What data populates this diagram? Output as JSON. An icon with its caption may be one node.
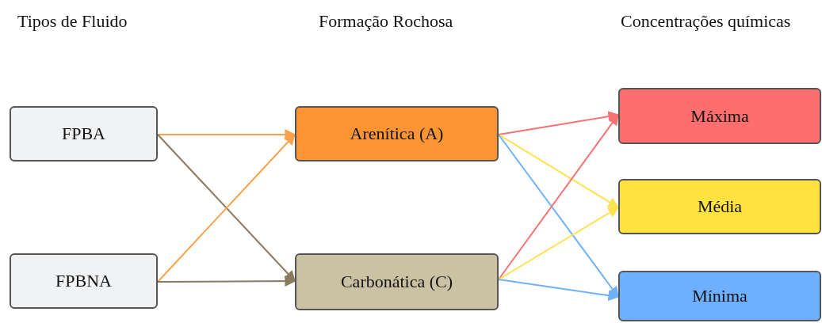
{
  "diagram": {
    "nodes": [
      {
        "text": [
          "FPBA"
        ]
      },
      {
        "text": [
          "FPBNA"
        ]
      },
      {
        "text": [
          "Arenítica (A)"
        ]
      },
      {
        "text": [
          "Carbonática (C)"
        ]
      },
      {
        "text": [
          "Máxima"
        ]
      },
      {
        "text": [
          "Média"
        ]
      },
      {
        "text": [
          "Mínima"
        ]
      }
    ],
    "edges": [
      {
        "from": 0,
        "to": 2,
        "arrow": "to",
        "color": "#f9a24c"
      },
      {
        "from": 0,
        "to": 3,
        "arrow": "to",
        "color": "#8a7a5e"
      },
      {
        "from": 1,
        "to": 2,
        "arrow": "to",
        "color": "#f9a24c"
      },
      {
        "from": 1,
        "to": 3,
        "arrow": "to",
        "color": "#8a7a5e"
      },
      {
        "from": 2,
        "to": 4,
        "arrow": "to",
        "color": "#f77373"
      },
      {
        "from": 2,
        "to": 5,
        "arrow": "to",
        "color": "#ffe14f"
      },
      {
        "from": 2,
        "to": 6,
        "arrow": "to",
        "color": "#70b2f8"
      },
      {
        "from": 3,
        "to": 4,
        "arrow": "to",
        "color": "#f77373"
      },
      {
        "from": 3,
        "to": 5,
        "arrow": "to",
        "color": "#ffe14f"
      },
      {
        "from": 3,
        "to": 6,
        "arrow": "to",
        "color": "#70b2f8"
      }
    ],
    "labels": [
      "Tipos de Fluido",
      "Formação Rochosa",
      "Concentrações químicas"
    ]
  }
}
